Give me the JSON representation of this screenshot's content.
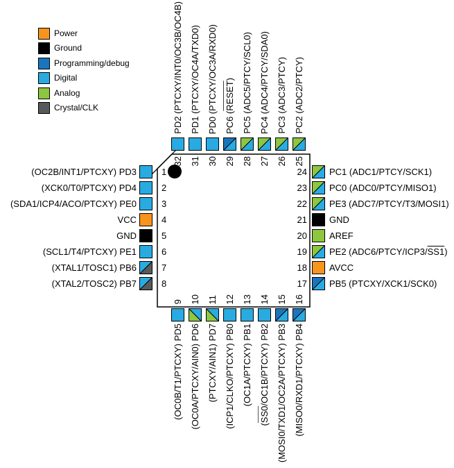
{
  "colors": {
    "power": "#F7941E",
    "ground": "#000000",
    "programming": "#1B75BC",
    "digital": "#29ABE2",
    "analog": "#8DC63F",
    "crystal": "#58595B"
  },
  "legend": {
    "items": [
      {
        "label": "Power",
        "type": "power"
      },
      {
        "label": "Ground",
        "type": "ground"
      },
      {
        "label": "Programming/debug",
        "type": "programming"
      },
      {
        "label": "Digital",
        "type": "digital"
      },
      {
        "label": "Analog",
        "type": "analog"
      },
      {
        "label": "Crystal/CLK",
        "type": "crystal"
      }
    ]
  },
  "chip": {
    "sides": {
      "top": [
        {
          "number": "32",
          "types": [
            "digital"
          ],
          "segments": [
            {
              "t": "PD2 (PTCXY/INT0/OC3B/OC4B)"
            }
          ]
        },
        {
          "number": "31",
          "types": [
            "digital"
          ],
          "segments": [
            {
              "t": "PD1 (PTCXY/OC4A/TXD0)"
            }
          ]
        },
        {
          "number": "30",
          "types": [
            "digital"
          ],
          "segments": [
            {
              "t": "PD0 (PTCXY/OC3A/RXD0)"
            }
          ]
        },
        {
          "number": "29",
          "types": [
            "programming",
            "digital"
          ],
          "split": "tl-br",
          "segments": [
            {
              "t": "PC6 ("
            },
            {
              "t": "RESET",
              "o": true
            },
            {
              "t": ")"
            }
          ]
        },
        {
          "number": "28",
          "types": [
            "analog",
            "digital"
          ],
          "split": "tl-br",
          "segments": [
            {
              "t": "PC5 (ADC5/PTCY/SCL0)"
            }
          ]
        },
        {
          "number": "27",
          "types": [
            "analog",
            "digital"
          ],
          "split": "tl-br",
          "segments": [
            {
              "t": "PC4 (ADC4/PTCY/SDA0)"
            }
          ]
        },
        {
          "number": "26",
          "types": [
            "analog",
            "digital"
          ],
          "split": "tl-br",
          "segments": [
            {
              "t": "PC3 (ADC3/PTCY)"
            }
          ]
        },
        {
          "number": "25",
          "types": [
            "analog",
            "digital"
          ],
          "split": "tl-br",
          "segments": [
            {
              "t": "PC2 (ADC2/PTCY)"
            }
          ]
        }
      ],
      "left": [
        {
          "number": "1",
          "types": [
            "digital"
          ],
          "segments": [
            {
              "t": "(OC2B/INT1/PTCXY) PD3"
            }
          ]
        },
        {
          "number": "2",
          "types": [
            "digital"
          ],
          "segments": [
            {
              "t": "(XCK0/T0/PTCXY) PD4"
            }
          ]
        },
        {
          "number": "3",
          "types": [
            "digital"
          ],
          "segments": [
            {
              "t": "(SDA1/ICP4/ACO/PTCXY) PE0"
            }
          ]
        },
        {
          "number": "4",
          "types": [
            "power"
          ],
          "segments": [
            {
              "t": "VCC"
            }
          ]
        },
        {
          "number": "5",
          "types": [
            "ground"
          ],
          "segments": [
            {
              "t": "GND"
            }
          ]
        },
        {
          "number": "6",
          "types": [
            "digital"
          ],
          "segments": [
            {
              "t": "(SCL1/T4/PTCXY) PE1"
            }
          ]
        },
        {
          "number": "7",
          "types": [
            "digital",
            "crystal"
          ],
          "split": "tl-br",
          "segments": [
            {
              "t": "(XTAL1/TOSC1) PB6"
            }
          ]
        },
        {
          "number": "8",
          "types": [
            "digital",
            "crystal"
          ],
          "split": "tl-br",
          "segments": [
            {
              "t": "(XTAL2/TOSC2) PB7"
            }
          ]
        }
      ],
      "right": [
        {
          "number": "24",
          "types": [
            "analog",
            "digital"
          ],
          "split": "tl-br",
          "segments": [
            {
              "t": "PC1 (ADC1/PTCY/SCK1)"
            }
          ]
        },
        {
          "number": "23",
          "types": [
            "analog",
            "digital"
          ],
          "split": "tl-br",
          "segments": [
            {
              "t": "PC0 (ADC0/PTCY/MISO1)"
            }
          ]
        },
        {
          "number": "22",
          "types": [
            "analog",
            "digital"
          ],
          "split": "tl-br",
          "segments": [
            {
              "t": "PE3 (ADC7/PTCY/T3/MOSI1)"
            }
          ]
        },
        {
          "number": "21",
          "types": [
            "ground"
          ],
          "segments": [
            {
              "t": "GND"
            }
          ]
        },
        {
          "number": "20",
          "types": [
            "analog"
          ],
          "segments": [
            {
              "t": "AREF"
            }
          ]
        },
        {
          "number": "19",
          "types": [
            "analog",
            "digital"
          ],
          "split": "tl-br",
          "segments": [
            {
              "t": "PE2 (ADC6/PTCY/ICP3/"
            },
            {
              "t": "SS1",
              "o": true
            },
            {
              "t": ")"
            }
          ]
        },
        {
          "number": "18",
          "types": [
            "power"
          ],
          "segments": [
            {
              "t": "AVCC"
            }
          ]
        },
        {
          "number": "17",
          "types": [
            "programming",
            "digital"
          ],
          "split": "tl-br",
          "segments": [
            {
              "t": "PB5 (PTCXY/XCK1/SCK0)"
            }
          ]
        }
      ],
      "bottom": [
        {
          "number": "9",
          "types": [
            "digital"
          ],
          "segments": [
            {
              "t": "(OC0B/T1/PTCXY) PD5"
            }
          ]
        },
        {
          "number": "10",
          "types": [
            "analog",
            "digital"
          ],
          "split": "bl-tr",
          "segments": [
            {
              "t": "(OC0A/PTCXY/AIN0) PD6"
            }
          ]
        },
        {
          "number": "11",
          "types": [
            "analog",
            "digital"
          ],
          "split": "bl-tr",
          "segments": [
            {
              "t": "(PTCXY/AIN1) PD7"
            }
          ]
        },
        {
          "number": "12",
          "types": [
            "digital"
          ],
          "segments": [
            {
              "t": "(ICP1/CLKO/PTCXY) PB0"
            }
          ]
        },
        {
          "number": "13",
          "types": [
            "digital"
          ],
          "segments": [
            {
              "t": "(OC1A/PTCXY) PB1"
            }
          ]
        },
        {
          "number": "14",
          "types": [
            "digital"
          ],
          "segments": [
            {
              "t": "("
            },
            {
              "t": "SS0",
              "o": true
            },
            {
              "t": "/OC1B/PTCXY) PB2"
            }
          ]
        },
        {
          "number": "15",
          "types": [
            "programming",
            "digital"
          ],
          "split": "tl-br",
          "segments": [
            {
              "t": "(MOSI0/TXD1/OC2A/PTCXY) PB3"
            }
          ]
        },
        {
          "number": "16",
          "types": [
            "programming",
            "digital"
          ],
          "split": "tl-br",
          "segments": [
            {
              "t": "(MISO0/RXD1/PTCXY) PB4"
            }
          ]
        }
      ]
    }
  }
}
